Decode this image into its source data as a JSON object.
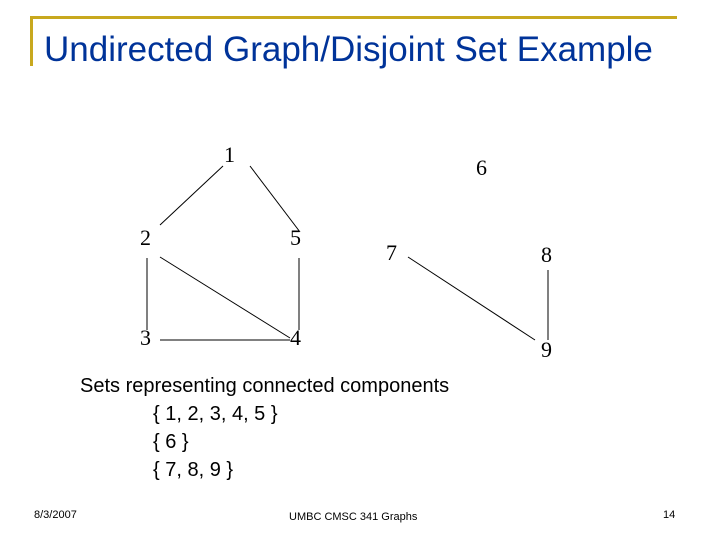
{
  "slide": {
    "title": "Undirected Graph/Disjoint Set Example",
    "accent_color": "#c8a81e",
    "title_color": "#003399"
  },
  "graph": {
    "nodes": [
      "1",
      "2",
      "3",
      "4",
      "5",
      "6",
      "7",
      "8",
      "9"
    ],
    "edges": [
      [
        "1",
        "2"
      ],
      [
        "1",
        "5"
      ],
      [
        "2",
        "3"
      ],
      [
        "2",
        "4"
      ],
      [
        "3",
        "4"
      ],
      [
        "4",
        "5"
      ],
      [
        "7",
        "9"
      ],
      [
        "8",
        "9"
      ]
    ]
  },
  "sets": {
    "heading": "Sets representing connected components",
    "items": [
      "{ 1, 2, 3, 4, 5 }",
      "{ 6 }",
      "{ 7, 8, 9 }"
    ]
  },
  "footer": {
    "date": "8/3/2007",
    "center": "UMBC CMSC 341 Graphs",
    "page": "14"
  }
}
